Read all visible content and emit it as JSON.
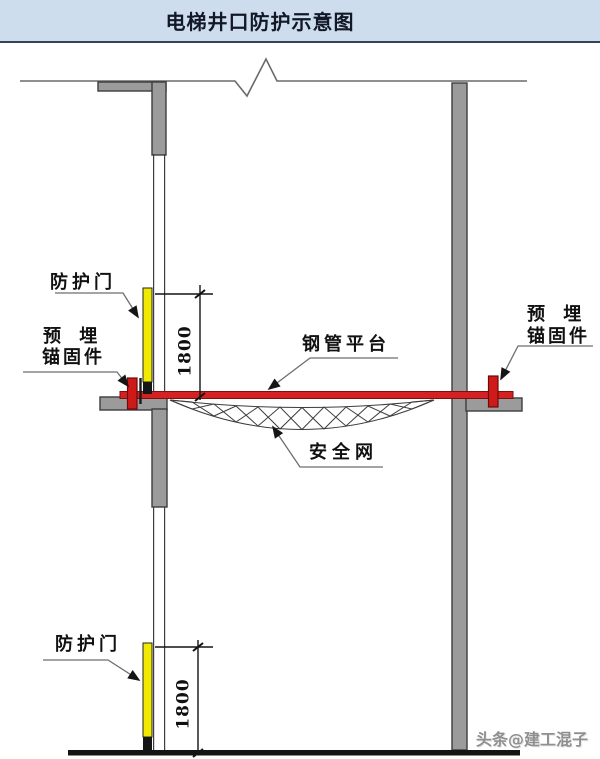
{
  "title": {
    "text": "电梯井口防护示意图"
  },
  "diagram": {
    "labels": {
      "door_top": "防护门",
      "door_bottom": "防护门",
      "anchor_left": {
        "line1": "预 埋",
        "line2": "锚固件"
      },
      "anchor_right": {
        "line1": "预 埋",
        "line2": "锚固件"
      },
      "platform": "钢管平台",
      "safety_net": "安全网"
    },
    "dimensions": {
      "upper": "1800",
      "lower": "1800"
    }
  },
  "watermark": {
    "text": "头条@建工混子"
  },
  "colors": {
    "title_bg": "#cdddee",
    "title_rule": "#33415c",
    "wall_gray": "#9b9b9b",
    "wall_outline": "#3d3d3d",
    "door_yellow": "#f2e900",
    "door_black": "#161616",
    "platform_red": "#d42222",
    "platform_red_outline": "#7e0f0f",
    "anchor_red": "#cf1a1a",
    "net_line": "#3c3c3c",
    "dim_line": "#131313",
    "leader_line": "#6e6e6e",
    "floor_black": "#141414",
    "watermark_gray": "#8f8f8f"
  }
}
